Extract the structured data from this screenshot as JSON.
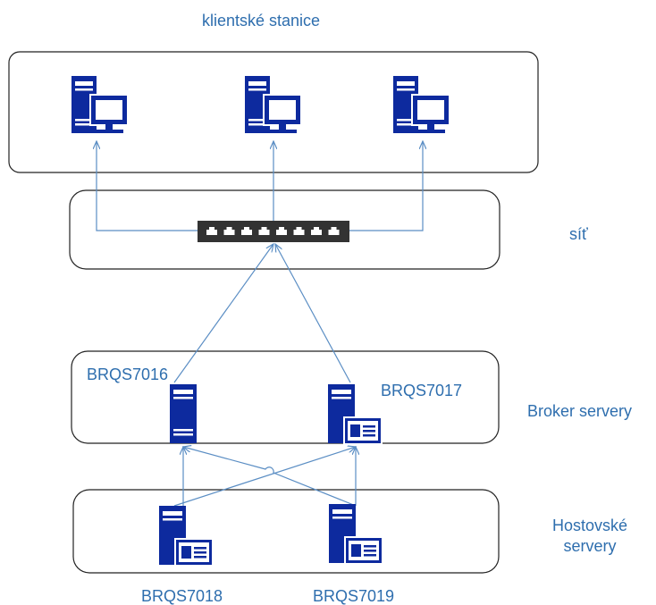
{
  "title": "klientské stanice",
  "layers": {
    "network": "síť",
    "broker": "Broker servery",
    "hosts": "Hostovské servery"
  },
  "nodes": {
    "clients": [
      "workstation",
      "workstation",
      "workstation"
    ],
    "switch": {
      "ports": 8
    },
    "brokers": [
      {
        "name": "BRQS7016",
        "icon": "server-icon"
      },
      {
        "name": "BRQS7017",
        "icon": "server-card-icon"
      }
    ],
    "hosts": [
      {
        "name": "BRQS7018",
        "icon": "server-card-icon"
      },
      {
        "name": "BRQS7019",
        "icon": "server-card-icon"
      }
    ]
  },
  "colors": {
    "icon": "#0d2a9e",
    "line": "#5b8ec4",
    "label": "#2e6eae",
    "box_border": "#222222",
    "switch": "#333333"
  }
}
